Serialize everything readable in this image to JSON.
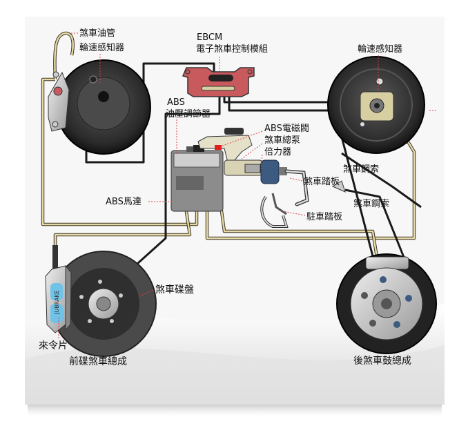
{
  "labels": {
    "brake_line": "煞車油管",
    "wheel_sensor_left": "輪速感知器",
    "ebcm_title": "EBCM",
    "ebcm_desc": "電子煞車控制模組",
    "wheel_sensor_right": "輪速感知器",
    "abs_title": "ABS",
    "abs_desc": "油壓調節器",
    "abs_solenoid": "ABS電磁閥",
    "master_cylinder": "煞車總泵",
    "booster": "倍力器",
    "brake_cable_1": "煞車鋼索",
    "brake_pedal": "煞車踏板",
    "brake_cable_2": "煞車鋼索",
    "parking_pedal": "駐車踏板",
    "abs_motor": "ABS馬達",
    "brake_disc": "煞車碟盤",
    "brake_pad": "來令片",
    "front_disc_assembly": "前碟煞車總成",
    "rear_drum_assembly": "後煞車鼓總成"
  },
  "caliper_logo": "JUBRAKE",
  "colors": {
    "ebcm": "#c85a5e",
    "wire": "#1a1a1a",
    "pipe": "#e6d9a8",
    "leader": "#e0404a",
    "booster": "#3d5a80",
    "caliper_pad": "#6fc3e8"
  }
}
